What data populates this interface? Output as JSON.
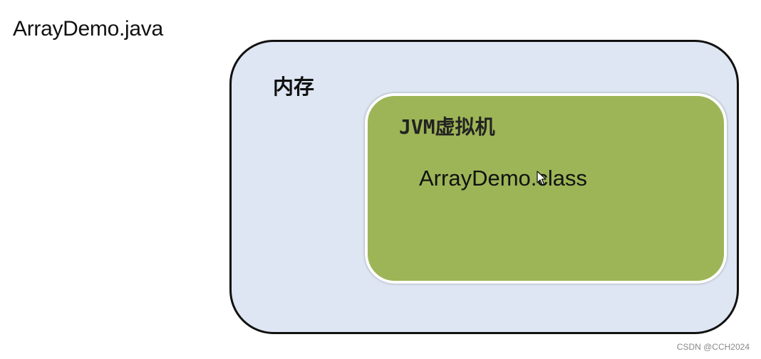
{
  "file_label": "ArrayDemo.java",
  "memory": {
    "label": "内存",
    "fill": "#dde6f2",
    "jvm": {
      "label_latin": "JVM",
      "label_cjk": "虚拟机",
      "fill": "#9db556",
      "class_file": "ArrayDemo.class"
    }
  },
  "cursor_icon": "mouse-pointer-icon",
  "watermark": "CSDN @CCH2024"
}
